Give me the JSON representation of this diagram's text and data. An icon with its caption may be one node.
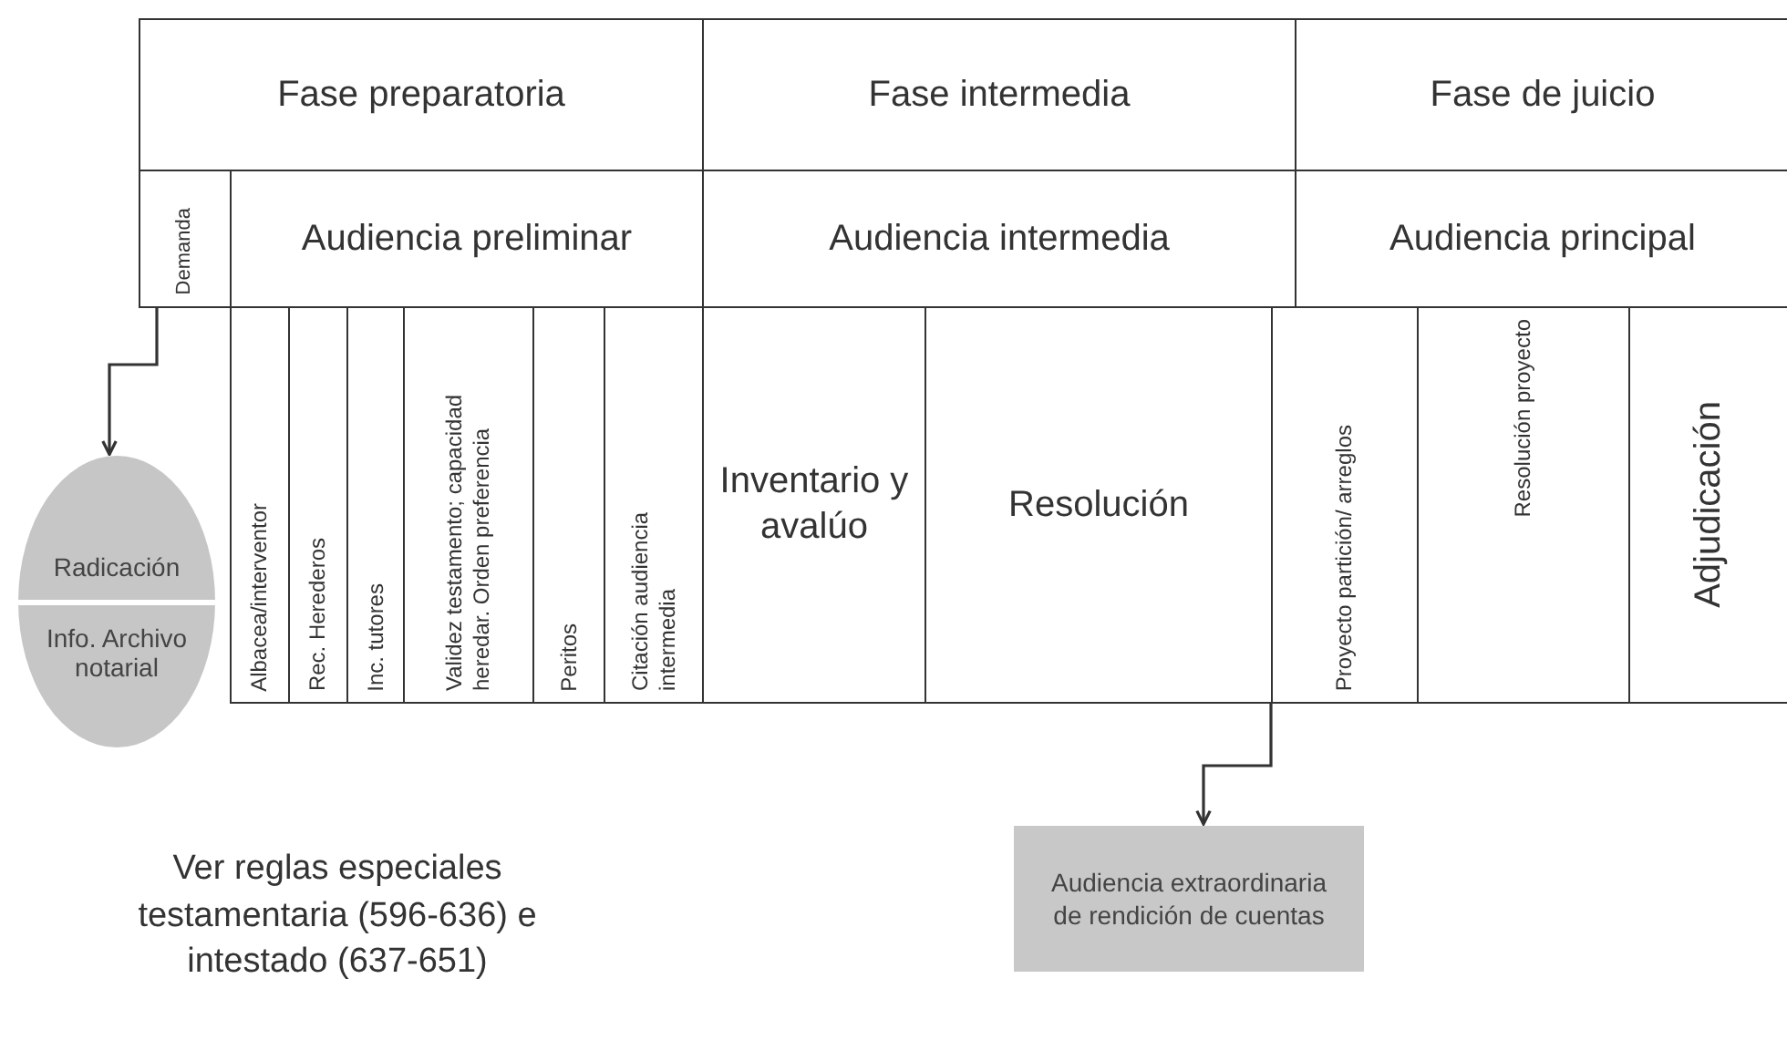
{
  "diagram": {
    "nodes": [
      {
        "text": [
          "Fase preparatoria"
        ]
      },
      {
        "text": [
          "Fase intermedia"
        ]
      },
      {
        "text": [
          "Fase de juicio"
        ]
      },
      {
        "text": [
          "Demanda"
        ]
      },
      {
        "text": [
          "Audiencia preliminar"
        ]
      },
      {
        "text": [
          "Audiencia intermedia"
        ]
      },
      {
        "text": [
          "Audiencia principal"
        ]
      },
      {
        "text": [
          "Albacea/interventor"
        ]
      },
      {
        "text": [
          "Rec. Herederos"
        ]
      },
      {
        "text": [
          "Inc. tutores"
        ]
      },
      {
        "text": [
          "Validez testamento; capacidad heredar. Orden preferencia"
        ]
      },
      {
        "text": [
          "Peritos"
        ]
      },
      {
        "text": [
          "Citación audiencia intermedia"
        ]
      },
      {
        "text": [
          "Inventario y avalúo"
        ]
      },
      {
        "text": [
          "Resolución"
        ]
      },
      {
        "text": [
          "Proyecto partición/ arreglos"
        ]
      },
      {
        "text": [
          "Resolución proyecto"
        ]
      },
      {
        "text": [
          "Adjudicación"
        ]
      },
      {
        "text": [
          "Radicación",
          "Info. Archivo notarial"
        ]
      },
      {
        "text": [
          "Audiencia extraordinaria de rendición de cuentas"
        ]
      }
    ],
    "edges": [
      {
        "from": 3,
        "to": 18,
        "arrow": "to"
      },
      {
        "from": 15,
        "to": 19,
        "arrow": "to"
      }
    ],
    "labels": [
      "Ver reglas especiales testamentaria (596-636) e intestado (637-651)"
    ]
  }
}
